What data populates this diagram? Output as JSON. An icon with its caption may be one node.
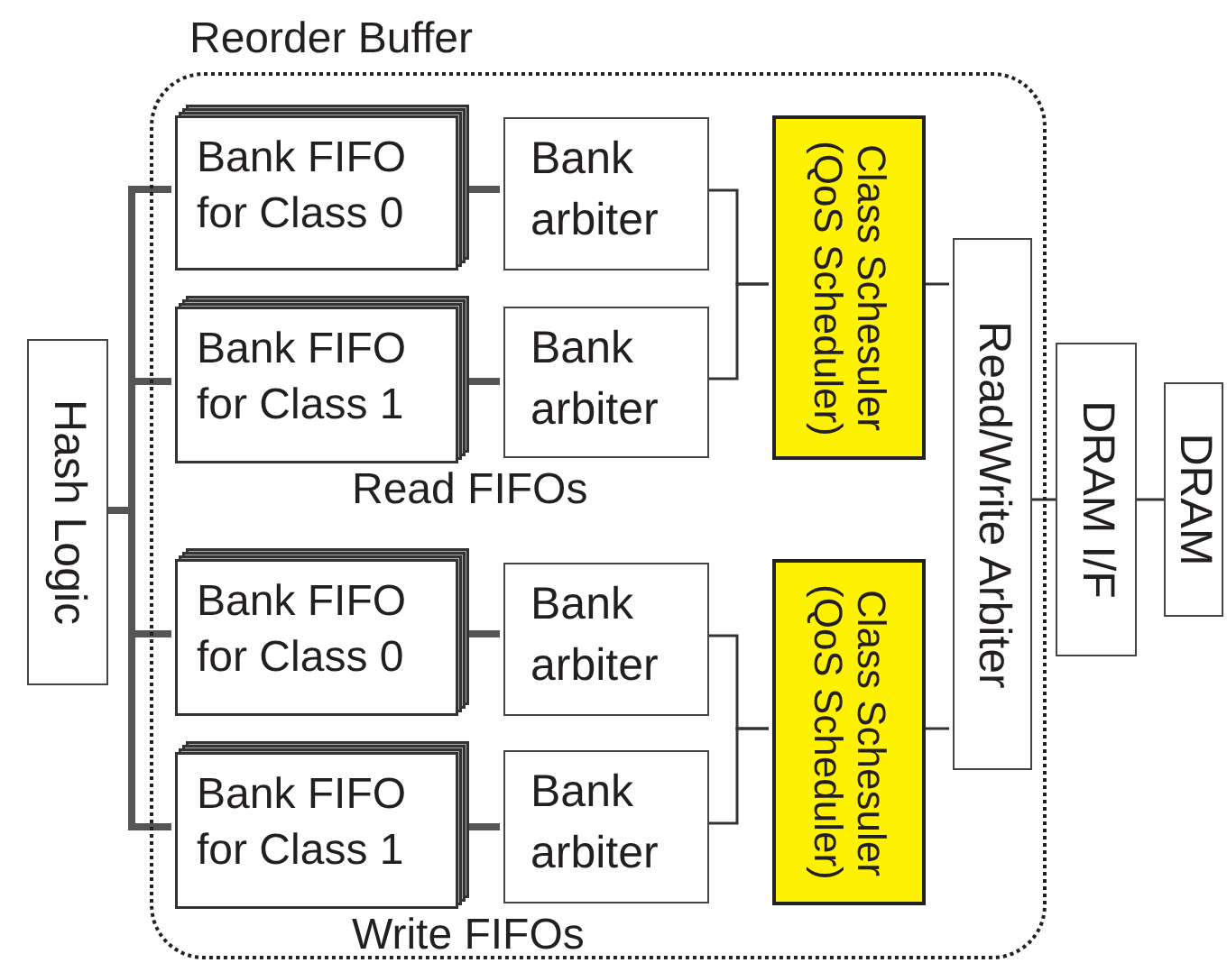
{
  "diagram": {
    "nodes": [
      {
        "text": [
          "Hash Logic"
        ]
      },
      {
        "text": [
          "Reorder Buffer"
        ]
      },
      {
        "text": [
          "Bank FIFO for Class 0"
        ],
        "in": 1
      },
      {
        "text": [
          "Bank arbiter"
        ],
        "in": 1
      },
      {
        "text": [
          "Class Schesuler (QoS Scheduler)"
        ],
        "in": 1
      },
      {
        "text": [
          "Bank FIFO for Class 1"
        ],
        "in": 1
      },
      {
        "text": [
          "Bank arbiter"
        ],
        "in": 1
      },
      {
        "text": [
          "Bank FIFO for Class 0"
        ],
        "in": 1
      },
      {
        "text": [
          "Bank arbiter"
        ],
        "in": 1
      },
      {
        "text": [
          "Class Schesuler (QoS Scheduler)"
        ],
        "in": 1
      },
      {
        "text": [
          "Bank FIFO for Class 1"
        ],
        "in": 1
      },
      {
        "text": [
          "Bank arbiter"
        ],
        "in": 1
      },
      {
        "text": [
          "Read/Write Arbiter"
        ],
        "in": 1
      },
      {
        "text": [
          "DRAM I/F"
        ]
      },
      {
        "text": [
          "DRAM"
        ]
      }
    ],
    "edges": [
      {
        "from": 0,
        "to": 2,
        "arrow": "none",
        "style": "thick"
      },
      {
        "from": 0,
        "to": 5,
        "arrow": "none",
        "style": "thick"
      },
      {
        "from": 0,
        "to": 7,
        "arrow": "none",
        "style": "thick"
      },
      {
        "from": 0,
        "to": 10,
        "arrow": "none",
        "style": "thick"
      },
      {
        "from": 2,
        "to": 3,
        "arrow": "none",
        "style": "thick"
      },
      {
        "from": 5,
        "to": 6,
        "arrow": "none",
        "style": "thick"
      },
      {
        "from": 7,
        "to": 8,
        "arrow": "none",
        "style": "thick"
      },
      {
        "from": 10,
        "to": 11,
        "arrow": "none",
        "style": "thick"
      },
      {
        "from": 3,
        "to": 4,
        "arrow": "none"
      },
      {
        "from": 6,
        "to": 4,
        "arrow": "none"
      },
      {
        "from": 8,
        "to": 9,
        "arrow": "none"
      },
      {
        "from": 11,
        "to": 9,
        "arrow": "none"
      },
      {
        "from": 4,
        "to": 12,
        "arrow": "none"
      },
      {
        "from": 9,
        "to": 12,
        "arrow": "none"
      },
      {
        "from": 12,
        "to": 13,
        "arrow": "none"
      },
      {
        "from": 13,
        "to": 14,
        "arrow": "none"
      }
    ],
    "labels": [
      "Read FIFOs",
      "Write FIFOs"
    ]
  }
}
